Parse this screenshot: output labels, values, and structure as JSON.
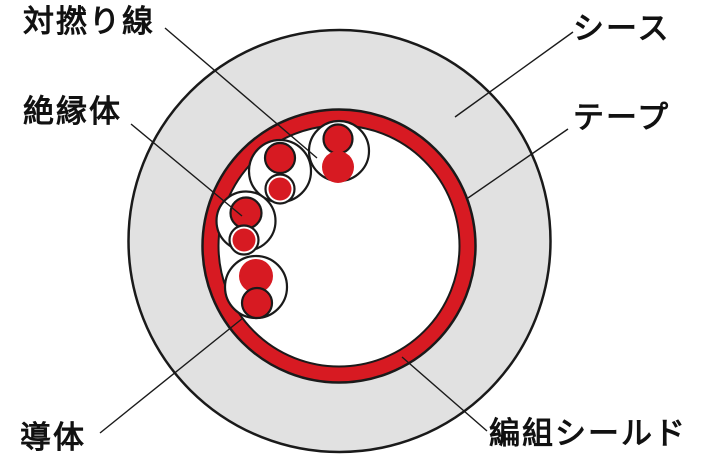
{
  "diagram": {
    "parts": [
      {
        "id": "twisted-pair",
        "label": "対撚り線"
      },
      {
        "id": "insulator",
        "label": "絶縁体"
      },
      {
        "id": "conductor",
        "label": "導体"
      },
      {
        "id": "sheath",
        "label": "シース"
      },
      {
        "id": "tape",
        "label": "テープ"
      },
      {
        "id": "braided-shield",
        "label": "編組シールド"
      }
    ],
    "colors": {
      "red": "#d71a22",
      "sheath_gray": "#e1e1e1",
      "outline_black": "#1a1a1a",
      "background": "#ffffff"
    }
  }
}
